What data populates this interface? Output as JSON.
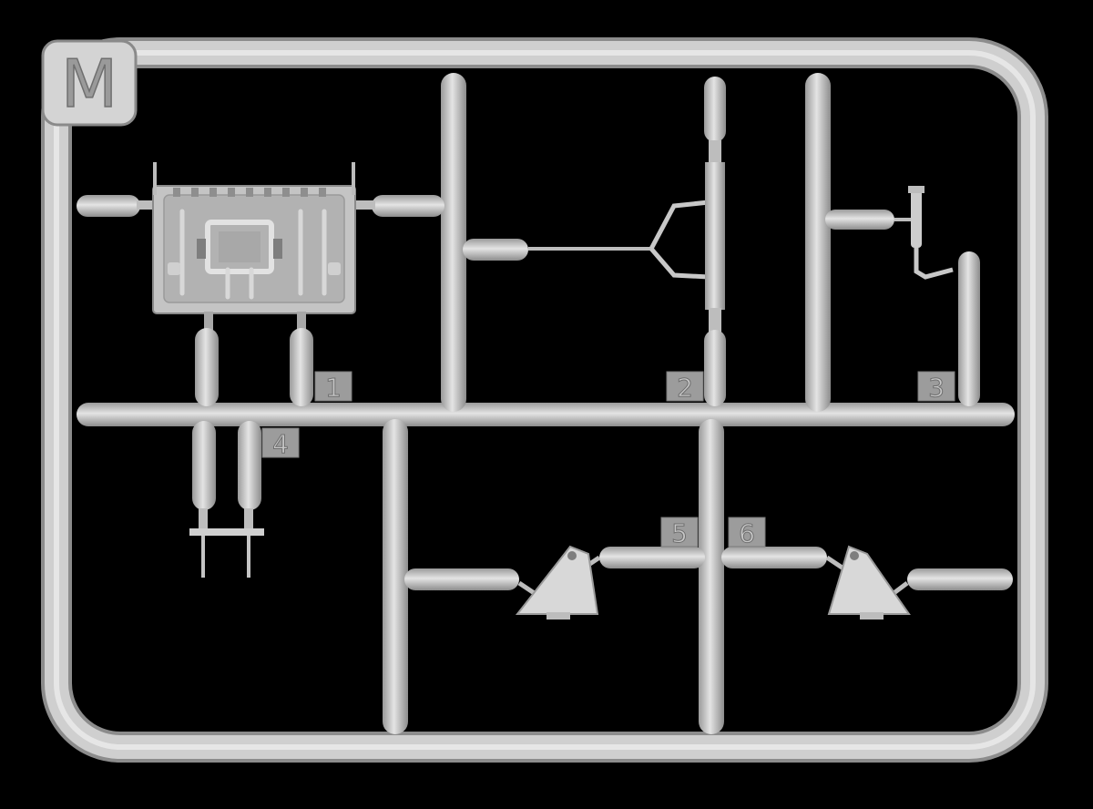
{
  "sprue": {
    "letter": "M",
    "part_numbers": [
      "1",
      "2",
      "3",
      "4",
      "5",
      "6"
    ]
  },
  "colors": {
    "background": "#000000",
    "plastic": "#c9c9c9",
    "plastic_light": "#e0e0e0",
    "plastic_dark": "#8a8a8a",
    "tag": "#9a9a9a",
    "tag_text": "#cfcfcf"
  }
}
